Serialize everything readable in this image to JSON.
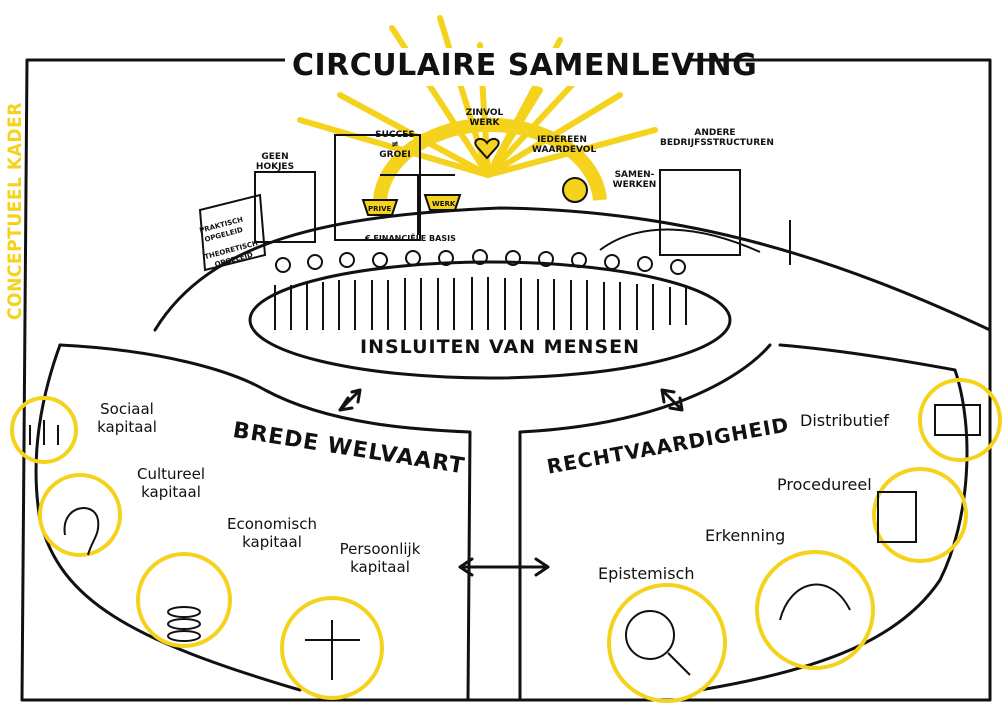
{
  "title": "CIRCULAIRE SAMENLEVING",
  "side_label": "CONCEPTUEEL KADER",
  "center": "INSLUITEN VAN MENSEN",
  "left_section": "BREDE WELVAART",
  "right_section": "RECHTVAARDIGHEID",
  "scene_labels": {
    "geen_hokjes": "GEEN HOKJES",
    "praktisch": "PRAKTISCH OPGELEID",
    "theoretisch": "THEORETISCH OPGELEID",
    "succes": "SUCCES ≠ GROEI",
    "prive": "PRIVE",
    "werk": "WERK",
    "financiele": "€ FINANCIËLE BASIS",
    "zinvol": "ZINVOL WERK",
    "iedereen": "IEDEREEN WAARDEVOL",
    "samenwerken": "SAMEN- WERKEN",
    "andere": "ANDERE BEDRIJFSSTRUCTUREN"
  },
  "capitals": [
    "Sociaal kapitaal",
    "Cultureel kapitaal",
    "Economisch kapitaal",
    "Persoonlijk kapitaal"
  ],
  "justice": [
    "Distributief",
    "Procedureel",
    "Erkenning",
    "Epistemisch"
  ],
  "colors": {
    "accent": "#f5d21b",
    "ink": "#111111",
    "paper": "#ffffff"
  }
}
